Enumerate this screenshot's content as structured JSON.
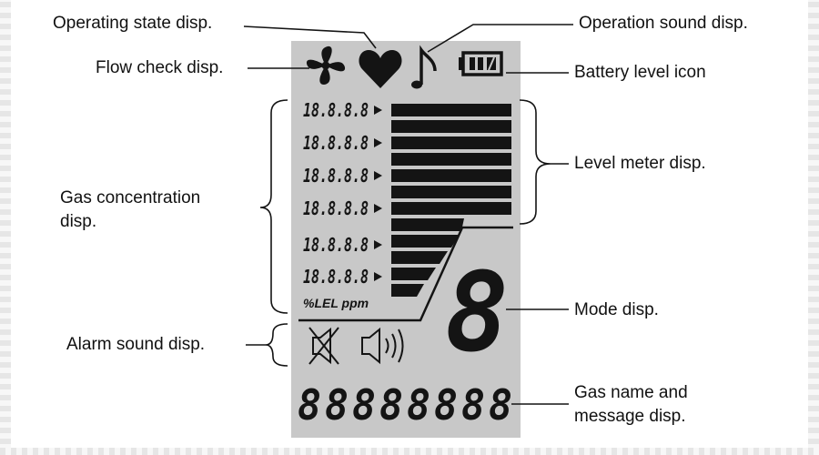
{
  "callouts": {
    "operating_state": "Operating state disp.",
    "operation_sound": "Operation sound disp.",
    "flow_check": "Flow check disp.",
    "battery_level": "Battery level icon",
    "level_meter": "Level meter disp.",
    "gas_concentration_line1": "Gas concentration",
    "gas_concentration_line2": "disp.",
    "mode": "Mode disp.",
    "alarm_sound": "Alarm sound disp.",
    "gas_name_line1": "Gas name and",
    "gas_name_line2": "message disp."
  },
  "lcd": {
    "digit_rows": [
      "18.8.8.8",
      "18.8.8.8",
      "18.8.8.8",
      "18.8.8.8",
      "18.8.8.8",
      "18.8.8.8"
    ],
    "units_label": "%LEL ppm",
    "mode_digit": "8",
    "message_chars": [
      "8",
      "8",
      "8",
      "8",
      "8",
      "8",
      "8",
      "8"
    ],
    "colors": {
      "panel": "#c8c8c8",
      "segment": "#141414"
    }
  },
  "icons": [
    "fan-icon",
    "heart-icon",
    "music-note-icon",
    "battery-icon",
    "speaker-muted-icon",
    "speaker-sound-icon"
  ]
}
